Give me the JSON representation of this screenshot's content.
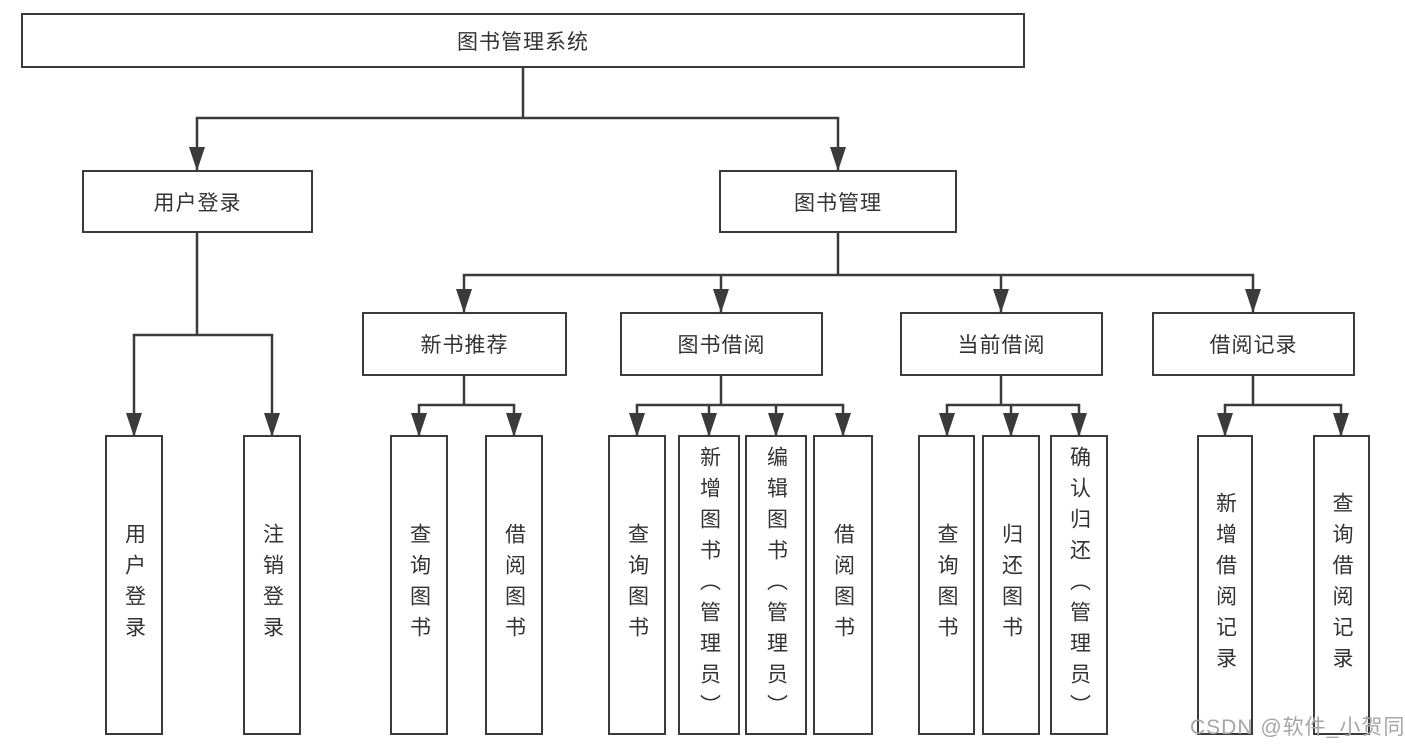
{
  "diagram": {
    "root": {
      "label": "图书管理系统"
    },
    "branches": [
      {
        "label": "用户登录",
        "children": [
          {
            "label": "用户登录"
          },
          {
            "label": "注销登录"
          }
        ]
      },
      {
        "label": "图书管理",
        "groups": [
          {
            "label": "新书推荐",
            "children": [
              {
                "label": "查询图书"
              },
              {
                "label": "借阅图书"
              }
            ]
          },
          {
            "label": "图书借阅",
            "children": [
              {
                "label": "查询图书"
              },
              {
                "label": "新增图书（管理员）"
              },
              {
                "label": "编辑图书（管理员）"
              },
              {
                "label": "借阅图书"
              }
            ]
          },
          {
            "label": "当前借阅",
            "children": [
              {
                "label": "查询图书"
              },
              {
                "label": "归还图书"
              },
              {
                "label": "确认归还（管理员）"
              }
            ]
          },
          {
            "label": "借阅记录",
            "children": [
              {
                "label": "新增借阅记录"
              },
              {
                "label": "查询借阅记录"
              }
            ]
          }
        ]
      }
    ]
  },
  "watermark": {
    "text": "CSDN @软件_小贺同学"
  },
  "colors": {
    "line": "#3b3b3b",
    "box_border": "#3b3b3b",
    "text": "#333333",
    "watermark": "#a6a6a6",
    "background": "#ffffff"
  }
}
